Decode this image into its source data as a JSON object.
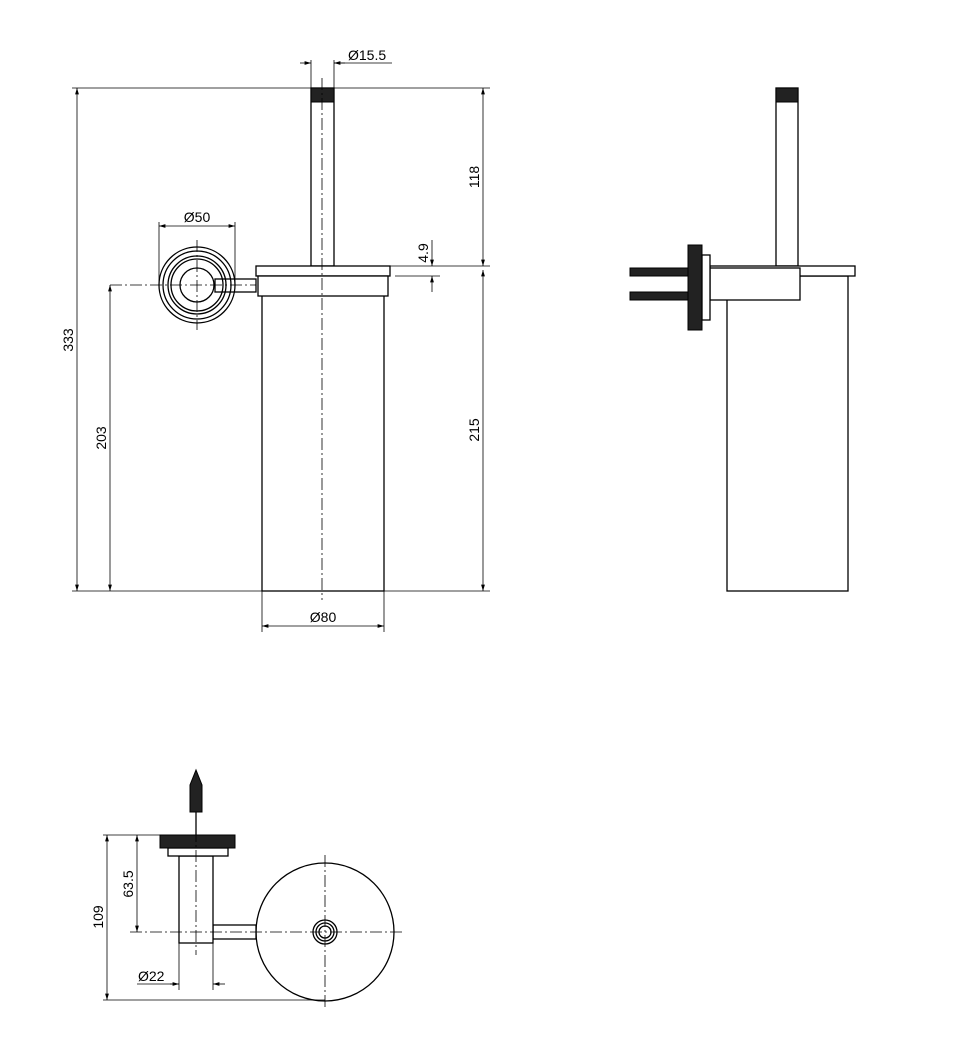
{
  "drawing": {
    "front_view": {
      "dims": {
        "total_height": "333",
        "holder_height": "203",
        "handle_height": "118",
        "cup_height": "215",
        "lid_thickness": "4.9",
        "handle_diameter": "Ø15.5",
        "wall_plate_diameter": "Ø50",
        "cup_diameter": "Ø80"
      }
    },
    "top_view": {
      "dims": {
        "depth": "109",
        "axis_offset": "63.5",
        "tube_diameter": "Ø22"
      }
    }
  }
}
